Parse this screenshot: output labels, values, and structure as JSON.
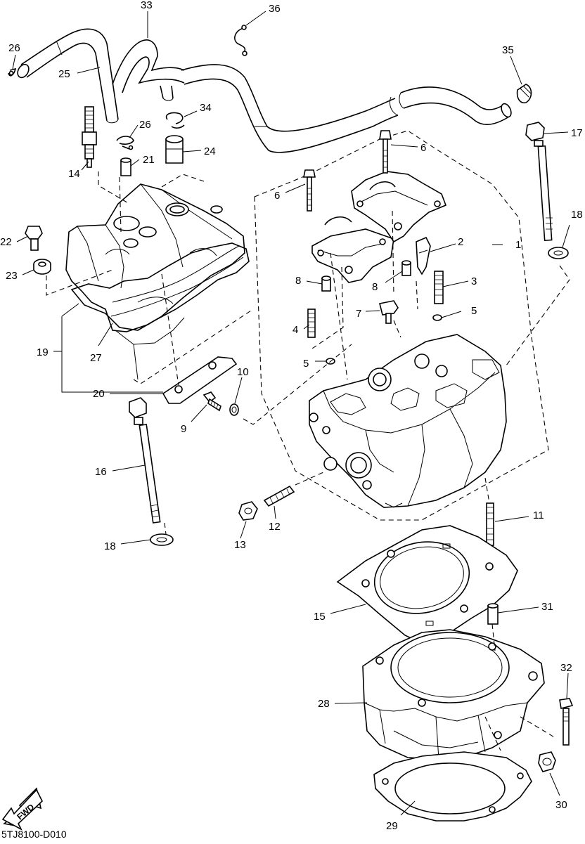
{
  "diagram": {
    "code": "5TJ8100-D010",
    "fwd_label": "FWD",
    "callouts": [
      {
        "id": "c1",
        "label": "1"
      },
      {
        "id": "c2",
        "label": "2"
      },
      {
        "id": "c3",
        "label": "3"
      },
      {
        "id": "c4",
        "label": "4"
      },
      {
        "id": "c5a",
        "label": "5"
      },
      {
        "id": "c5b",
        "label": "5"
      },
      {
        "id": "c6a",
        "label": "6"
      },
      {
        "id": "c6b",
        "label": "6"
      },
      {
        "id": "c7",
        "label": "7"
      },
      {
        "id": "c8a",
        "label": "8"
      },
      {
        "id": "c8b",
        "label": "8"
      },
      {
        "id": "c9",
        "label": "9"
      },
      {
        "id": "c10",
        "label": "10"
      },
      {
        "id": "c11",
        "label": "11"
      },
      {
        "id": "c12",
        "label": "12"
      },
      {
        "id": "c13",
        "label": "13"
      },
      {
        "id": "c14",
        "label": "14"
      },
      {
        "id": "c15",
        "label": "15"
      },
      {
        "id": "c16",
        "label": "16"
      },
      {
        "id": "c17",
        "label": "17"
      },
      {
        "id": "c18a",
        "label": "18"
      },
      {
        "id": "c18b",
        "label": "18"
      },
      {
        "id": "c19",
        "label": "19"
      },
      {
        "id": "c20",
        "label": "20"
      },
      {
        "id": "c21",
        "label": "21"
      },
      {
        "id": "c22",
        "label": "22"
      },
      {
        "id": "c23",
        "label": "23"
      },
      {
        "id": "c24",
        "label": "24"
      },
      {
        "id": "c25",
        "label": "25"
      },
      {
        "id": "c26a",
        "label": "26"
      },
      {
        "id": "c26b",
        "label": "26"
      },
      {
        "id": "c27",
        "label": "27"
      },
      {
        "id": "c28",
        "label": "28"
      },
      {
        "id": "c29",
        "label": "29"
      },
      {
        "id": "c30",
        "label": "30"
      },
      {
        "id": "c31",
        "label": "31"
      },
      {
        "id": "c32",
        "label": "32"
      },
      {
        "id": "c33",
        "label": "33"
      },
      {
        "id": "c34",
        "label": "34"
      },
      {
        "id": "c35",
        "label": "35"
      },
      {
        "id": "c36",
        "label": "36"
      }
    ]
  }
}
